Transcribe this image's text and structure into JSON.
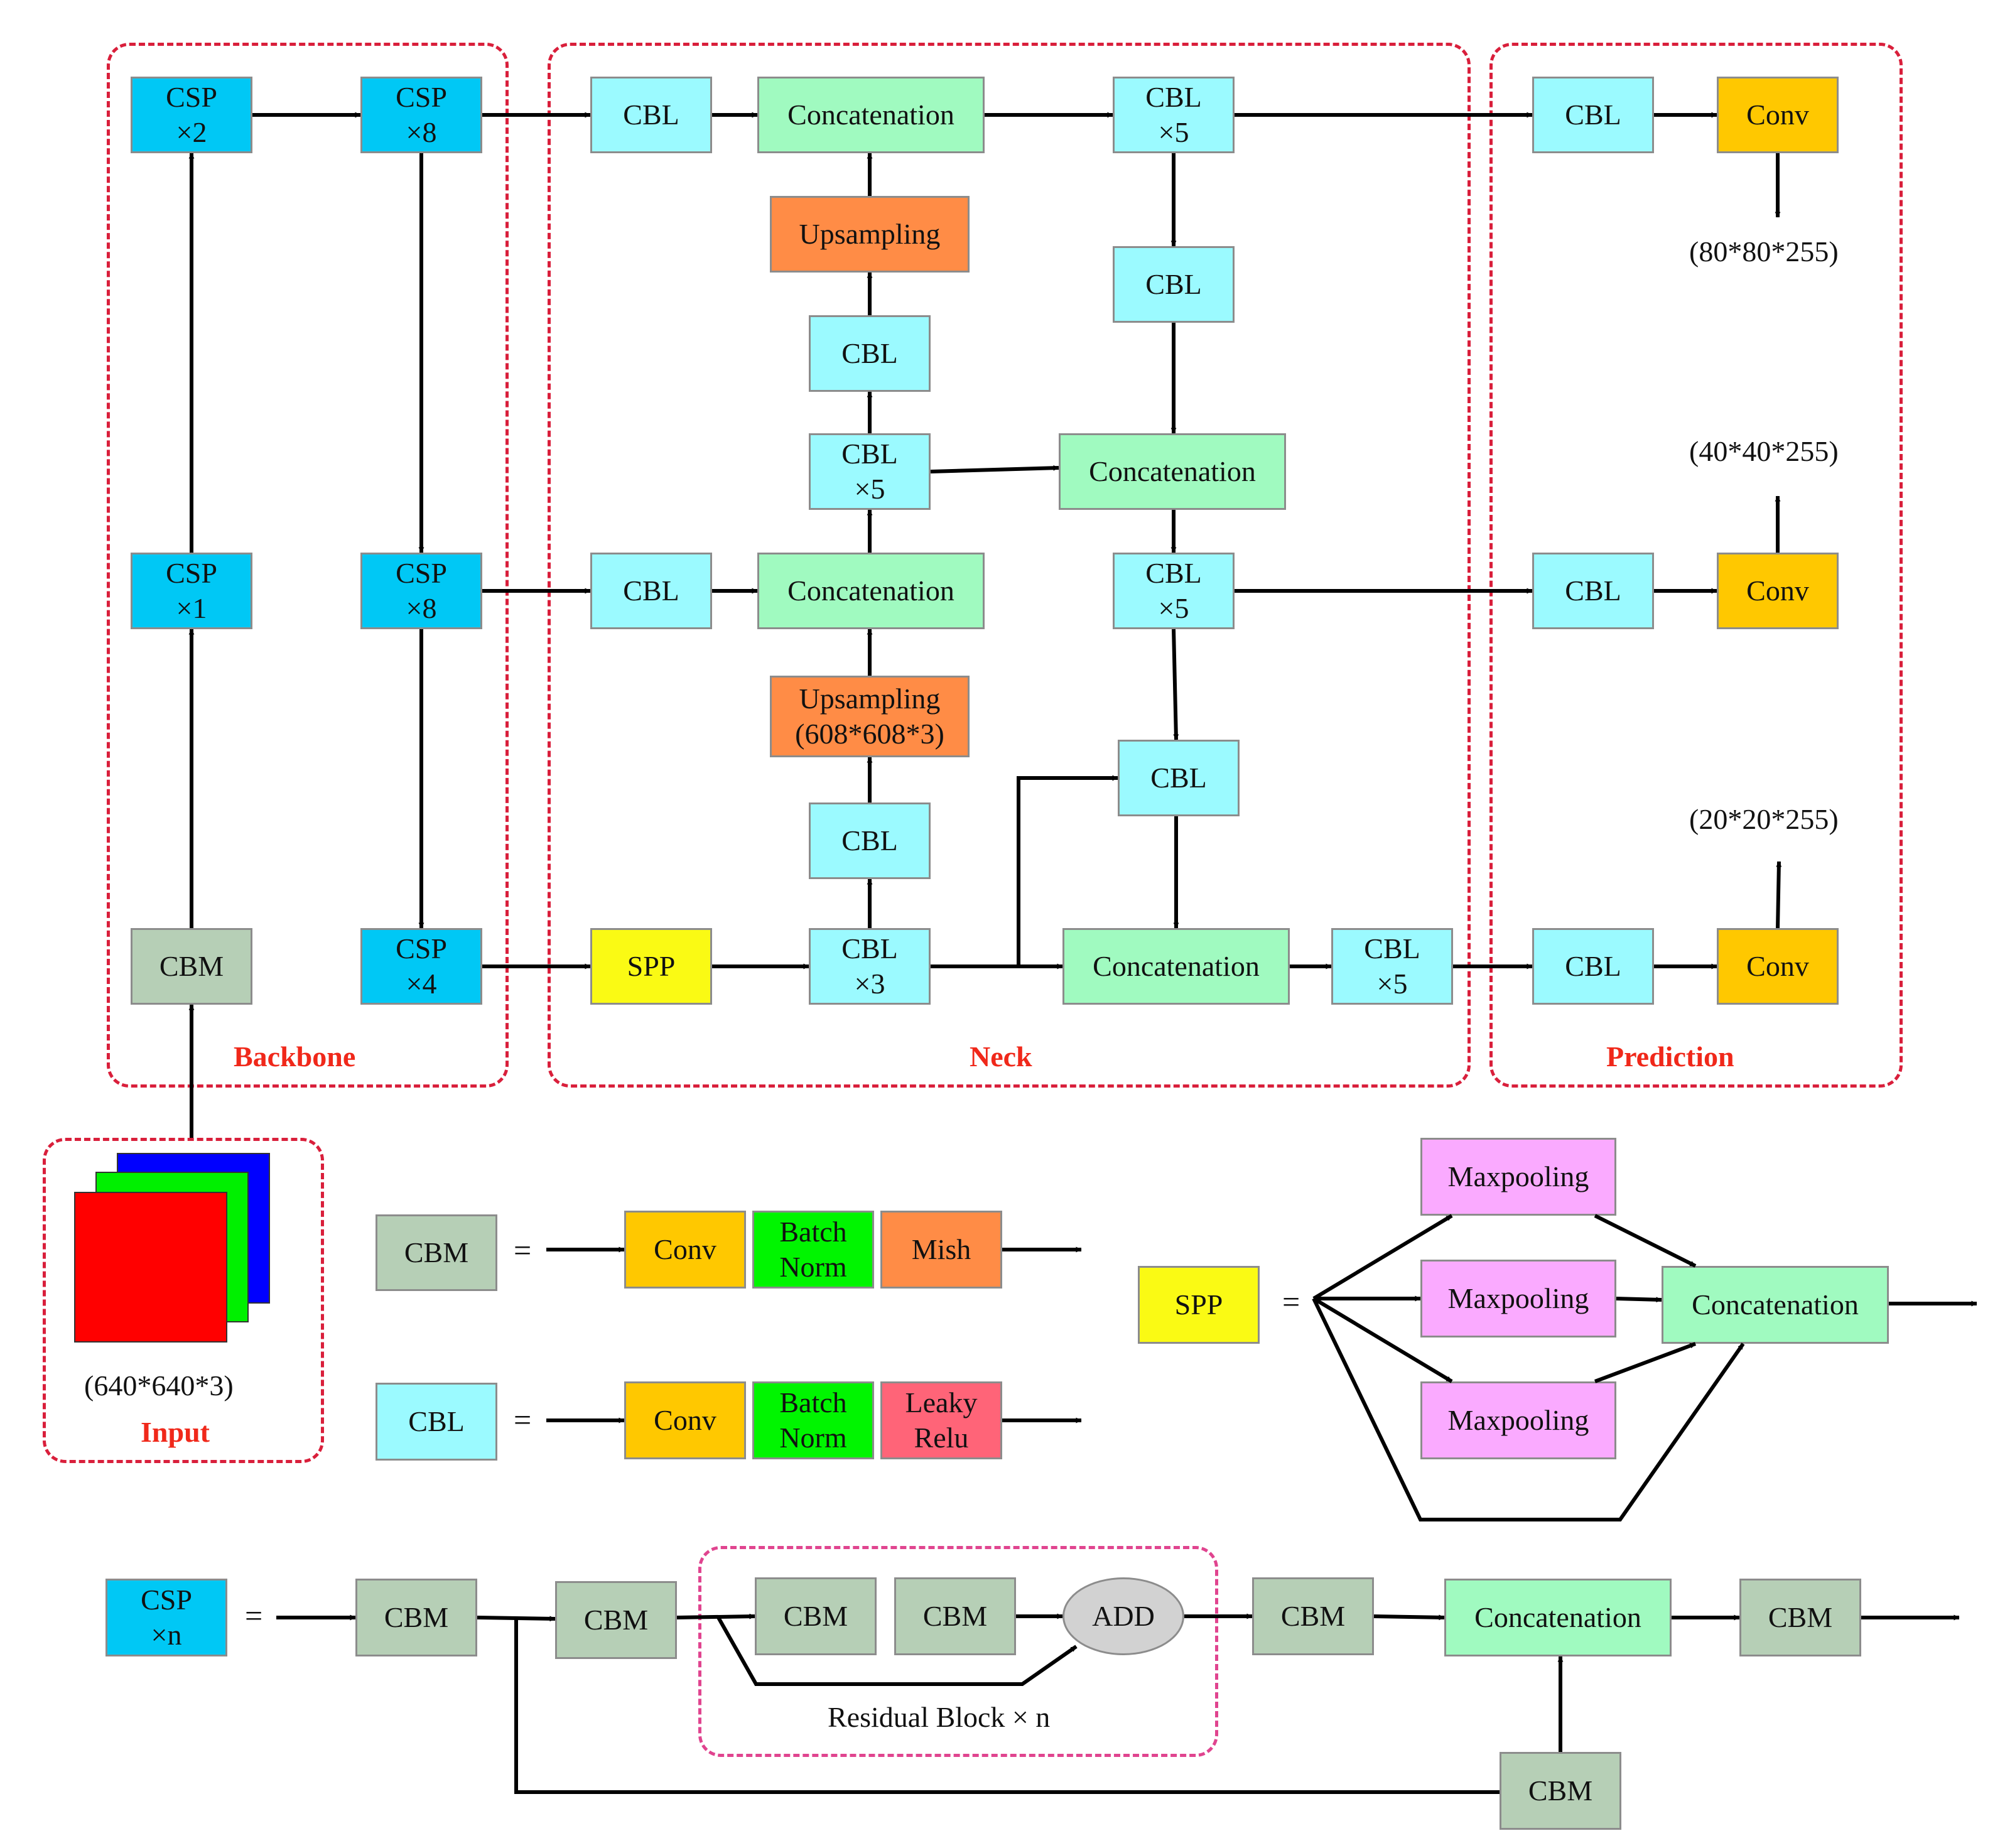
{
  "groups": {
    "backbone": "Backbone",
    "neck": "Neck",
    "prediction": "Prediction",
    "input": "Input",
    "residual": "Residual Block × n"
  },
  "input_size": "(640*640*3)",
  "backbone": {
    "csp2": "CSP\n×2",
    "csp8a": "CSP\n×8",
    "csp1": "CSP\n×1",
    "csp8b": "CSP\n×8",
    "cbm": "CBM",
    "csp4": "CSP\n×4"
  },
  "neck": {
    "cbl_top": "CBL",
    "concat_top": "Concatenation",
    "cbl5_top": "CBL\n×5",
    "upsampling1": "Upsampling",
    "cbl_r2": "CBL",
    "cbl_mid": "CBL",
    "cbl5_mid": "CBL\n×5",
    "concat_right_mid": "Concatenation",
    "cbl_left_mid": "CBL",
    "concat_mid": "Concatenation",
    "cbl5_right_mid": "CBL\n×5",
    "upsampling2": "Upsampling\n(608*608*3)",
    "cbl_right_low": "CBL",
    "cbl_low": "CBL",
    "spp": "SPP",
    "cbl3": "CBL\n×3",
    "concat_bottom": "Concatenation",
    "cbl5_bottom": "CBL\n×5"
  },
  "prediction": {
    "cbl_1": "CBL",
    "conv_1": "Conv",
    "out_1": "(80*80*255)",
    "cbl_2": "CBL",
    "conv_2": "Conv",
    "out_2": "(40*40*255)",
    "cbl_3": "CBL",
    "conv_3": "Conv",
    "out_3": "(20*20*255)"
  },
  "legend": {
    "equals": "=",
    "cbm": {
      "name": "CBM",
      "conv": "Conv",
      "bn": "Batch\nNorm",
      "act": "Mish"
    },
    "cbl": {
      "name": "CBL",
      "conv": "Conv",
      "bn": "Batch\nNorm",
      "act": "Leaky\nRelu"
    },
    "spp": {
      "name": "SPP",
      "maxpool1": "Maxpooling",
      "maxpool2": "Maxpooling",
      "maxpool3": "Maxpooling",
      "concat": "Concatenation"
    },
    "csp": {
      "name": "CSP\n×n",
      "cbm1": "CBM",
      "cbm2": "CBM",
      "cbm3": "CBM",
      "cbm4": "CBM",
      "add": "ADD",
      "cbm5": "CBM",
      "concat": "Concatenation",
      "cbm6": "CBM",
      "cbm_branch": "CBM"
    }
  },
  "colors": {
    "csp": "#00c8f5",
    "cbl": "#9bfaff",
    "cbm": "#b6cfb6",
    "concat": "#a0fac0",
    "upsampling": "#ff8c46",
    "spp": "#fafa14",
    "conv": "#ffc800",
    "batch_norm": "#00f500",
    "mish": "#ff8c46",
    "leaky_relu": "#ff6478",
    "maxpooling": "#faaaff",
    "add": "#d2d2d2",
    "input_red": "#ff0000",
    "input_green": "#00f000",
    "input_blue": "#0000ff",
    "group_border": "#d91f3b",
    "residual_border": "#e0448f",
    "group_label": "#f0281a"
  }
}
